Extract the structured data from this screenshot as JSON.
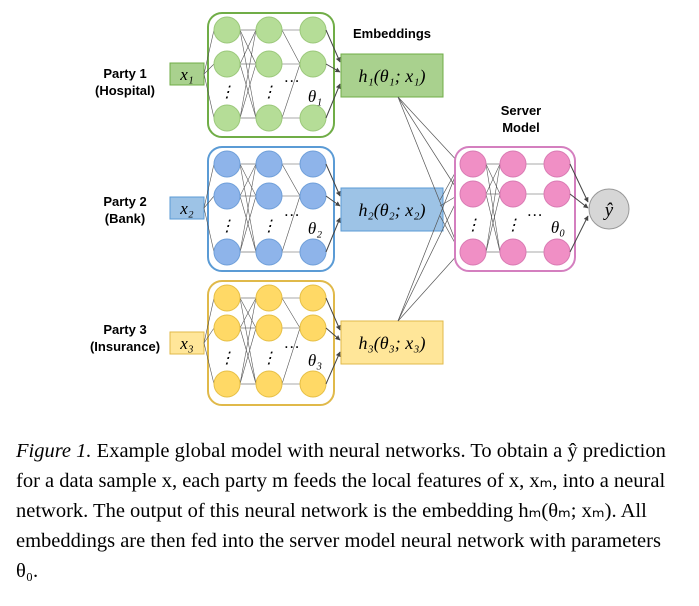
{
  "parties": [
    {
      "name": "Party 1",
      "org": "(Hospital)",
      "input": "x₁",
      "theta": "θ₁",
      "embedding": "h₁(θ₁; x₁)",
      "fill": "#a9d18e",
      "stroke": "#70ad47",
      "node": "#b5dd97"
    },
    {
      "name": "Party 2",
      "org": "(Bank)",
      "input": "x₂",
      "theta": "θ₂",
      "embedding": "h₂(θ₂; x₂)",
      "fill": "#9dc3e6",
      "stroke": "#5b9bd5",
      "node": "#8eb4ea"
    },
    {
      "name": "Party 3",
      "org": "(Insurance)",
      "input": "x₃",
      "theta": "θ₃",
      "embedding": "h₃(θ₃; x₃)",
      "fill": "#ffe699",
      "stroke": "#e0b94a",
      "node": "#ffd966"
    }
  ],
  "embeddings_title": "Embeddings",
  "server": {
    "title_line1": "Server",
    "title_line2": "Model",
    "theta": "θ₀",
    "fill": "#f4a6d0",
    "stroke": "#d47fbf",
    "node": "#f08fc5"
  },
  "output": "ŷ",
  "ellipsis_vertical": "⋮",
  "ellipsis_horizontal": "…",
  "caption": {
    "label": "Figure 1.",
    "text": " Example global model with neural networks. To obtain a ŷ prediction for a data sample x, each party m feeds the local features of x, xₘ, into a neural network. The output of this neural network is the embedding hₘ(θₘ; xₘ). All embeddings are then fed into the server model neural network with parameters θ₀."
  }
}
